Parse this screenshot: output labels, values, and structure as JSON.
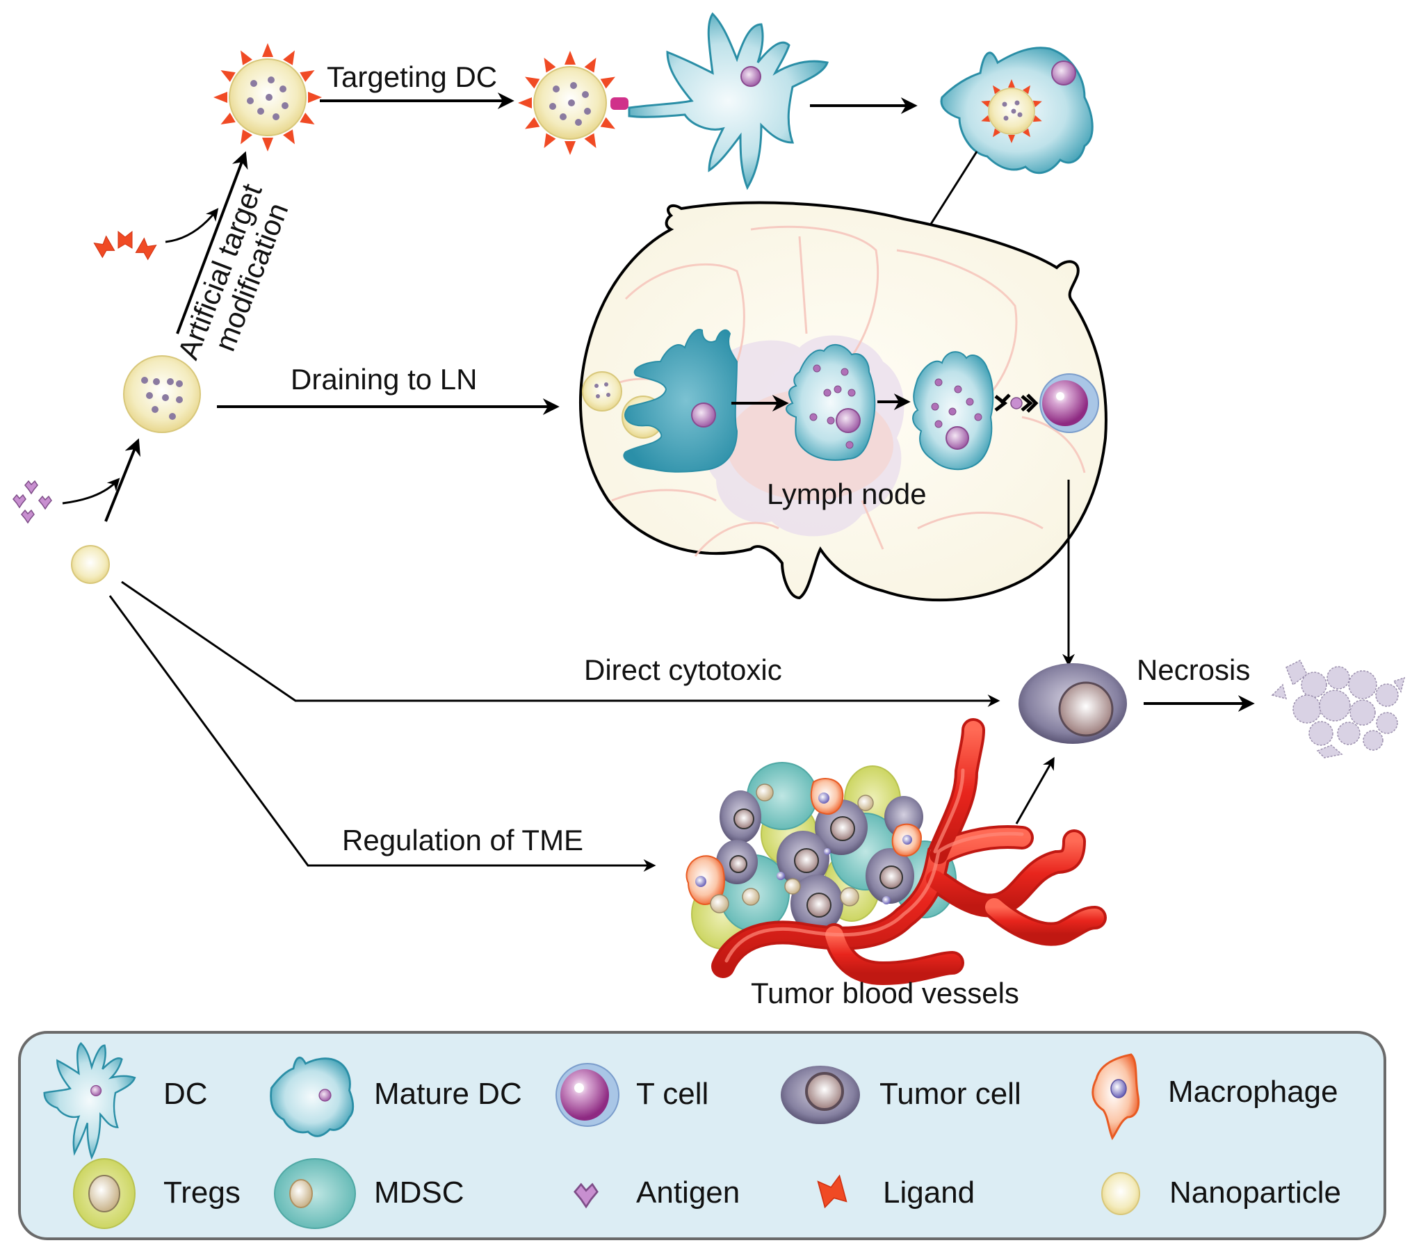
{
  "diagram": {
    "title": "",
    "pathway_labels": {
      "targeting_dc": "Targeting DC",
      "artificial_target_line1": "Artificial target",
      "artificial_target_line2": "modification",
      "draining_to_ln": "Draining to LN",
      "lymph_node": "Lymph node",
      "direct_cytotoxic": "Direct cytotoxic",
      "necrosis": "Necrosis",
      "regulation_of_tme": "Regulation of TME",
      "tumor_blood_vessels": "Tumor blood vessels"
    },
    "colors": {
      "nanoparticle_fill": "#f3e9b5",
      "nanoparticle_stroke": "#d8c77a",
      "ligand": "#f04a24",
      "dc": "#3aa3b8",
      "dc_light": "#e6f4f7",
      "t_cell": "#a0308f",
      "t_cell_ring": "#8fb3dc",
      "tumor_cell": "#5f5878",
      "tumor_nucleus": "#b89a98",
      "macrophage": "#f07a3a",
      "treg": "#cfd86a",
      "mdsc": "#7fc7c4",
      "antigen": "#b070b8",
      "vessel": "#e8251d",
      "legend_bg": "#dcedf4",
      "legend_border": "#666666",
      "lymph_node_fill": "#fdfbf0",
      "lymph_node_trabeculae": "#f6c6bd",
      "lymph_node_center": "#e8dcec"
    }
  },
  "legend": {
    "items": [
      {
        "icon": "dc-icon",
        "label": "DC"
      },
      {
        "icon": "mature-dc-icon",
        "label": "Mature DC"
      },
      {
        "icon": "t-cell-icon",
        "label": "T cell"
      },
      {
        "icon": "tumor-cell-icon",
        "label": "Tumor cell"
      },
      {
        "icon": "macrophage-icon",
        "label": "Macrophage"
      },
      {
        "icon": "treg-icon",
        "label": "Tregs"
      },
      {
        "icon": "mdsc-icon",
        "label": "MDSC"
      },
      {
        "icon": "antigen-icon",
        "label": "Antigen"
      },
      {
        "icon": "ligand-icon",
        "label": "Ligand"
      },
      {
        "icon": "nanoparticle-icon",
        "label": "Nanoparticle"
      }
    ]
  }
}
